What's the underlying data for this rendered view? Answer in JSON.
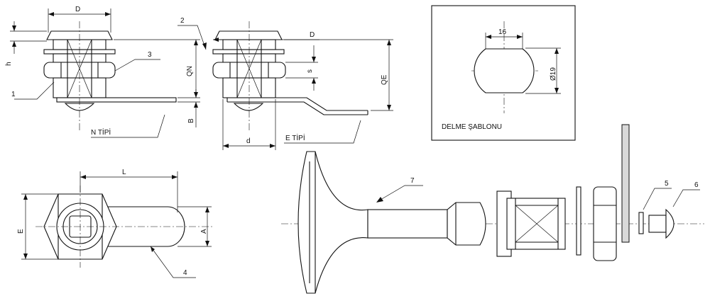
{
  "dimensions": {
    "d_top": "D",
    "d_side": "D",
    "h": "h",
    "qn": "QN",
    "qe": "QE",
    "s": "s",
    "b": "B",
    "d_small": "d",
    "l": "L",
    "e": "E",
    "a": "A"
  },
  "types": {
    "n_type": "N TİPİ",
    "e_type": "E TİPİ"
  },
  "template": {
    "title": "DELME ŞABLONU",
    "width": "16",
    "diameter": "Ø19"
  },
  "callouts": [
    "1",
    "2",
    "3",
    "4",
    "5",
    "6",
    "7"
  ],
  "colors": {
    "line": "#111111",
    "background": "#ffffff"
  }
}
